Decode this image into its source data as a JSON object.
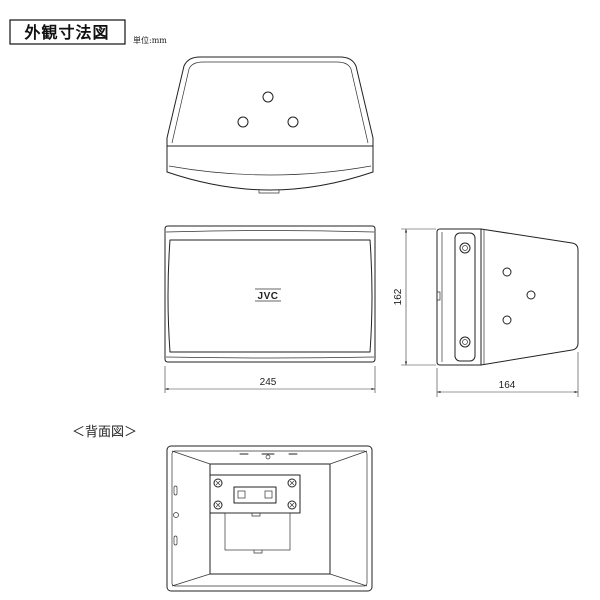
{
  "header": {
    "title": "外観寸法図",
    "unit": "単位:mm"
  },
  "front_view": {
    "logo": "JVC"
  },
  "dimensions": {
    "width": "245",
    "height": "162",
    "depth": "164"
  },
  "back_view": {
    "label": "＜背面図＞"
  }
}
